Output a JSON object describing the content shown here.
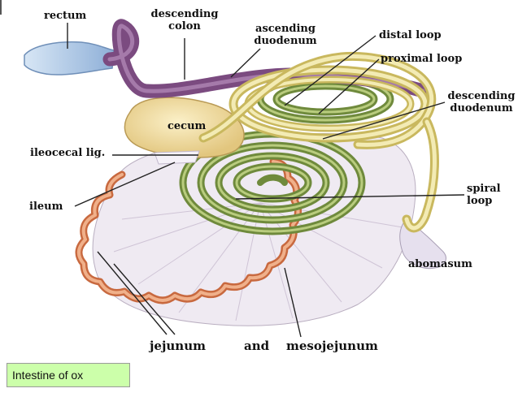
{
  "labels": {
    "rectum": "rectum",
    "descending_colon": [
      "descending",
      "colon"
    ],
    "ascending_duodenum": [
      "ascending",
      "duodenum"
    ],
    "distal_loop": "distal loop",
    "proximal_loop": "proximal loop",
    "descending_duodenum": [
      "descending",
      "duodenum"
    ],
    "cecum": "cecum",
    "ileocecal_lig": "ileocecal lig.",
    "ileum": "ileum",
    "spiral_loop": [
      "spiral",
      "loop"
    ],
    "abomasum": "abomasum",
    "jejunum": "jejunum",
    "and": "and",
    "mesojejunum": "mesojejunum"
  },
  "caption": "Intestine of ox",
  "colors": {
    "rectum_blue": "#a9c6e6",
    "colon_purple": "#8a5a8e",
    "loop_cream": "#efe6a6",
    "spiral_green": "#8da55a",
    "mesentery": "#ece7ef",
    "jejunum_orange": "#d9875a",
    "cecum": "#f0dca0",
    "caption_bg": "#ccffaa"
  }
}
